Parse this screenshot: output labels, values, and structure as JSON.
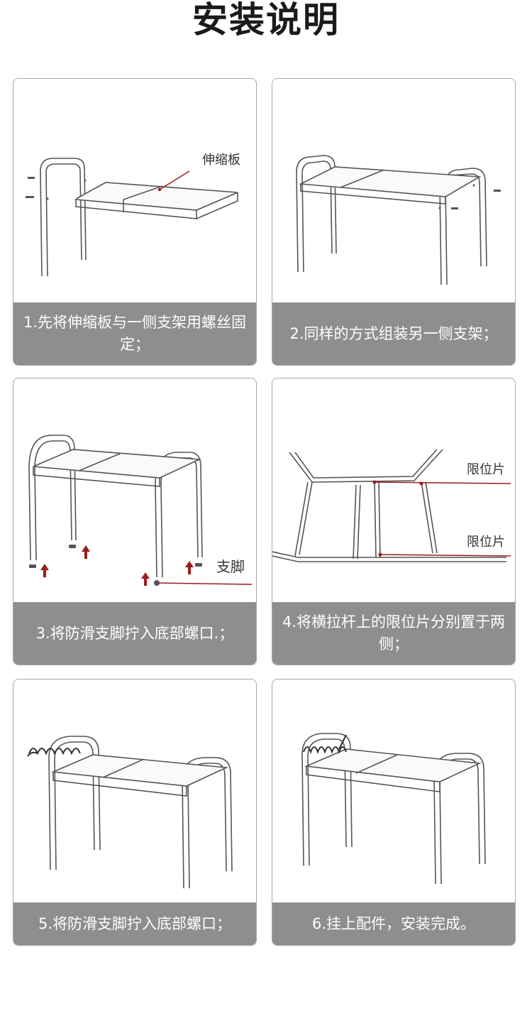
{
  "title": "安装说明",
  "steps": [
    {
      "caption": "1.先将伸缩板与一侧支架用螺丝固定；",
      "callouts": [
        "伸缩板"
      ]
    },
    {
      "caption": "2.同样的方式组装另一侧支架；",
      "callouts": []
    },
    {
      "caption": "3.将防滑支脚拧入底部螺口.；",
      "callouts": [
        "支脚"
      ]
    },
    {
      "caption": "4.将横拉杆上的限位片分别置于两侧；",
      "callouts": [
        "限位片",
        "限位片"
      ]
    },
    {
      "caption": "5.将防滑支脚拧入底部螺口；",
      "callouts": []
    },
    {
      "caption": "6.挂上配件，安装完成。",
      "callouts": []
    }
  ],
  "colors": {
    "caption_bg": "#8e8e8e",
    "accent_red": "#9b1c1c",
    "line": "#555555"
  }
}
